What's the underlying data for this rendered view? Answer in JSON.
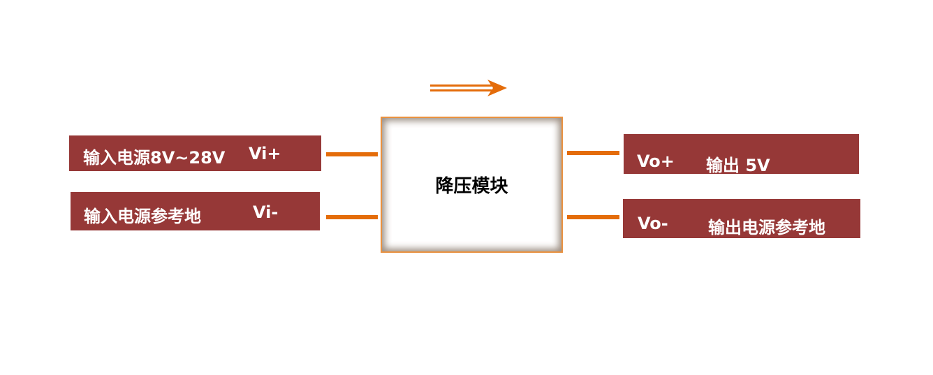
{
  "inputs": {
    "vin_label": "输入电源8V~28V",
    "vin_pin": "Vi+",
    "gnd_label": "输入电源参考地",
    "gnd_pin": "Vi-"
  },
  "module": {
    "title": "降压模块"
  },
  "outputs": {
    "vout_pin": "Vo+",
    "vout_label": "输出 5V",
    "gnd_pin": "Vo-",
    "gnd_label": "输出电源参考地"
  },
  "colors": {
    "label_bg": "#963837",
    "wire": "#e46c0a",
    "module_border": "#e9913f"
  },
  "icons": {
    "flow_arrow": "double-line-right-arrow"
  }
}
